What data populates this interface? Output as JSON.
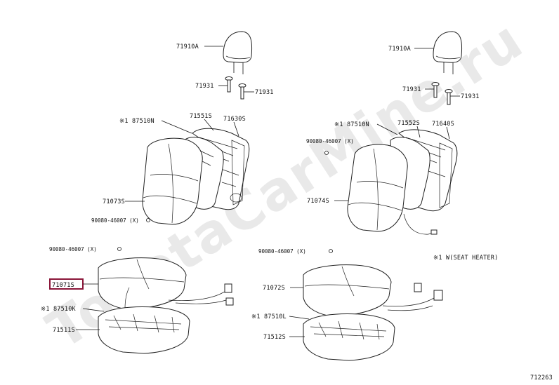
{
  "watermark": "ToyotaCarMine.ru",
  "diagram_id": "712263",
  "labels": {
    "l_headrest": "71910A",
    "l_guide1": "71931",
    "l_guide2": "71931",
    "l_pad_marker": "※1 87510N",
    "l_frame": "71551S",
    "l_spring": "71630S",
    "l_cover": "71073S",
    "l_clip": "90080-46007 (X)",
    "r_headrest": "71910A",
    "r_guide1": "71931",
    "r_guide2": "71931",
    "r_pad_marker": "※1 87510N",
    "r_frame": "71552S",
    "r_spring": "71640S",
    "r_clip": "90080-46007 (X)",
    "r_cover": "71074S",
    "l_cush_clip": "90080-46007 (X)",
    "l_cush_cover": "71071S",
    "l_cush_marker": "※1 87510K",
    "l_cush_pad": "71511S",
    "r_cush_clip": "90080-46007 (X)",
    "r_cush_cover": "71072S",
    "r_cush_marker": "※1 87510L",
    "r_cush_pad": "71512S",
    "note": "※1 W(SEAT HEATER)"
  },
  "colors": {
    "highlight": "#8a1538",
    "line": "#111111",
    "watermark": "#e9e9e9"
  }
}
